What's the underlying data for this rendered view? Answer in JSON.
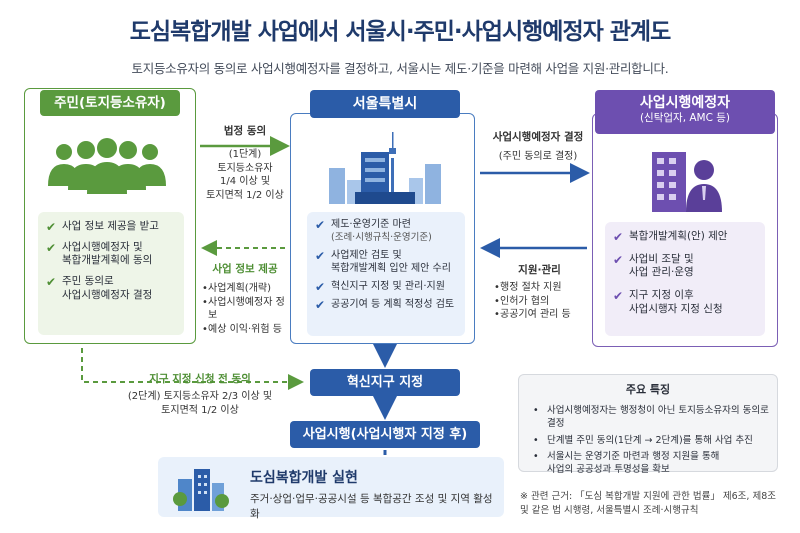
{
  "title": "도심복합개발 사업에서 서울시·주민·사업시행예정자 관계도",
  "subtitle": "토지등소유자의 동의로 사업시행예정자를 결정하고, 서울시는 제도·기준을 마련해 사업을 지원·관리합니다.",
  "residents": {
    "header": "주민(토지등소유자)",
    "items": [
      "사업 정보 제공을 받고",
      "사업시행예정자 및\n복합개발계획에 동의",
      "주민 동의로\n사업시행예정자 결정"
    ]
  },
  "seoul": {
    "header": "서울특별시",
    "items": [
      {
        "main": "제도·운영기준 마련",
        "sub": "(조례·시행규칙·운영기준)"
      },
      {
        "main": "사업제안 검토 및\n복합개발계획 입안 제안 수리",
        "sub": ""
      },
      {
        "main": "혁신지구 지정 및 관리·지원",
        "sub": ""
      },
      {
        "main": "공공기여 등 계획 적정성 검토",
        "sub": ""
      }
    ]
  },
  "operator": {
    "header": "사업시행예정자",
    "sub": "(신탁업자, AMC 등)",
    "items": [
      "복합개발계획(안) 제안",
      "사업비 조달 및\n사업 관리·운영",
      "지구 지정 이후\n사업시행자 지정 신청"
    ]
  },
  "flow_consent": {
    "title": "법정 동의",
    "lines": [
      "(1단계)",
      "토지등소유자",
      "1/4 이상 및",
      "토지면적 1/2 이상"
    ]
  },
  "flow_info": {
    "title": "사업 정보 제공",
    "items": [
      "사업계획(개략)",
      "사업시행예정자 정보",
      "예상 이익·위험 등"
    ]
  },
  "flow_decide": {
    "title": "사업시행예정자 결정",
    "sub": "(주민 동의로 결정)"
  },
  "flow_support": {
    "title": "지원·관리",
    "items": [
      "행정 절차 지원",
      "인허가 협의",
      "공공기여 관리 등"
    ]
  },
  "flow_prior": {
    "title": "지구 지정 신청 전 동의",
    "lines": [
      "(2단계) 토지등소유자 2/3 이상 및",
      "토지면적 1/2 이상"
    ]
  },
  "innovation_box": "혁신지구 지정",
  "execution_box": "사업시행(사업시행자 지정 후)",
  "implementation": {
    "title": "도심복합개발 실현",
    "desc": "주거·상업·업무·공공시설 등 복합공간 조성 및 지역 활성화"
  },
  "features": {
    "title": "주요 특징",
    "items": [
      "사업시행예정자는 행정청이 아닌 토지등소유자의 동의로 결정",
      "단계별 주민 동의(1단계 → 2단계)를 통해 사업 추진",
      "서울시는 운영기준 마련과 행정 지원을 통해\n사업의 공공성과 투명성을 확보"
    ]
  },
  "footnote": "※ 관련 근거: 「도심 복합개발 지원에 관한 법률」 제6조, 제8조\n및 같은 법 시행령, 서울특별시 조례·시행규칙",
  "colors": {
    "green": "#5a9a3e",
    "blue": "#2b5ca8",
    "purple": "#6d4fb0",
    "title": "#1f3a6b"
  }
}
